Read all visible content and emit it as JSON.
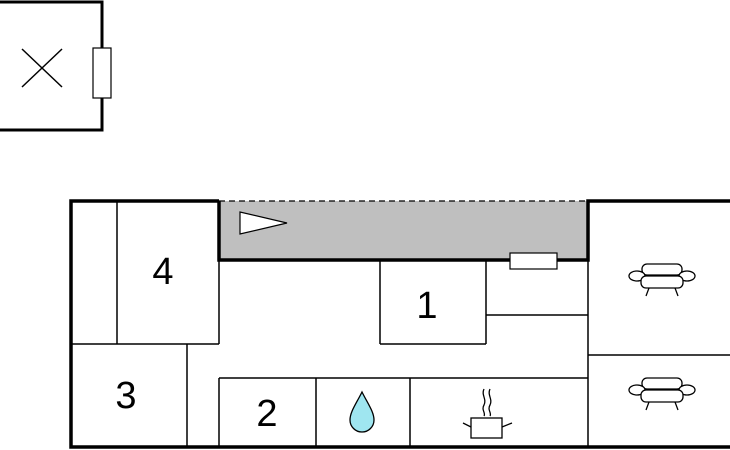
{
  "floorplan": {
    "room_numbers": {
      "room_4": "4",
      "room_1": "1",
      "room_3": "3",
      "room_2": "2"
    },
    "icons": {
      "remote_symbol": "x-mark-icon",
      "entrance_arrow": "triangle-arrow-icon",
      "water_drop": "water-drop-icon",
      "cooking_pot": "cooking-pot-icon",
      "sofa_top": "sofa-icon",
      "sofa_bottom": "sofa-icon"
    },
    "colors": {
      "walls": "#000000",
      "terrace_fill": "#bfbfbf",
      "water_fill": "#9fe6f0",
      "background": "#ffffff"
    }
  }
}
